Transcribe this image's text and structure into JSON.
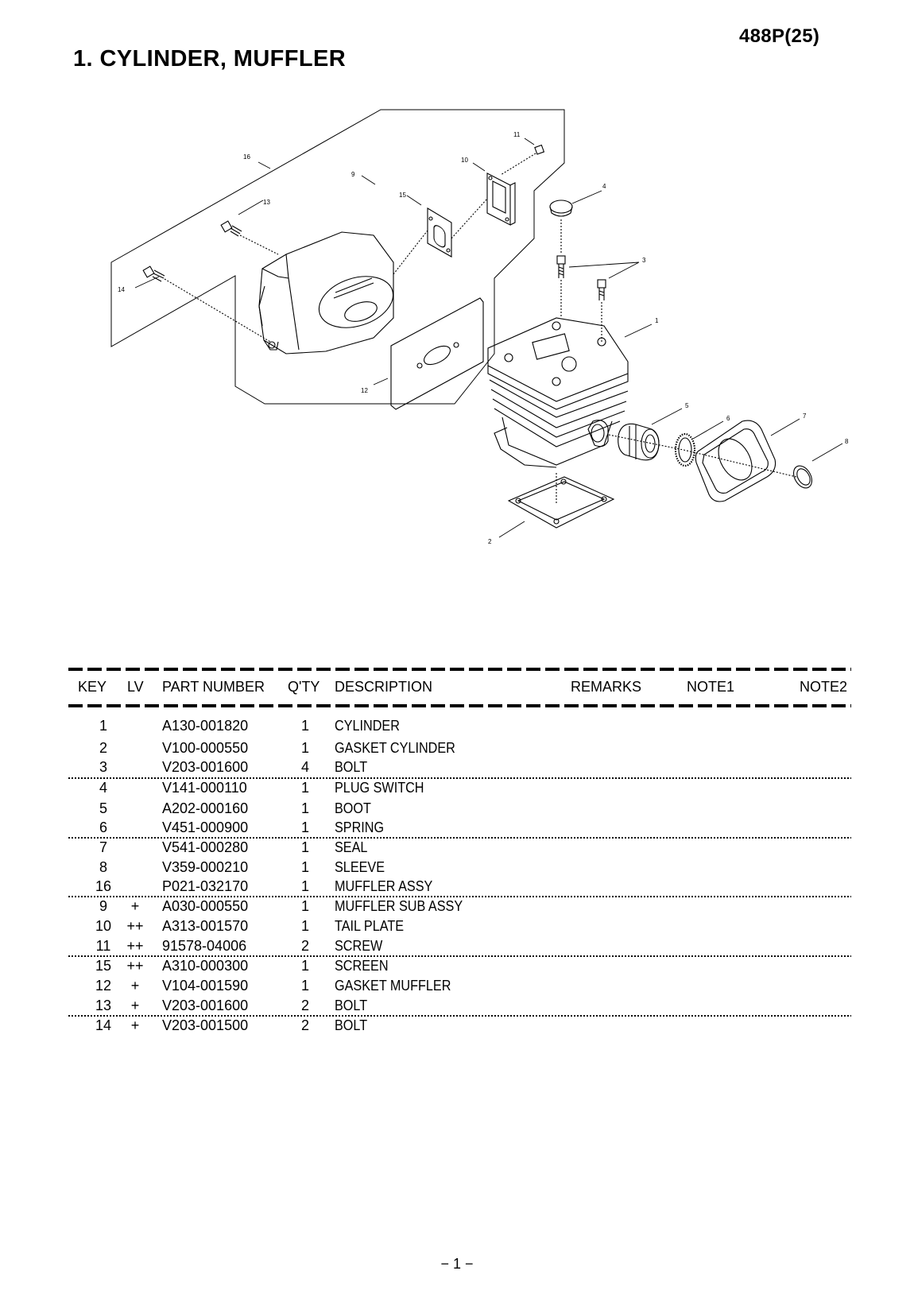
{
  "header": {
    "model_code": "488P(25)",
    "section_title": "1. CYLINDER, MUFFLER"
  },
  "diagram": {
    "callouts": [
      "1",
      "2",
      "3",
      "4",
      "5",
      "6",
      "7",
      "8",
      "9",
      "10",
      "11",
      "12",
      "13",
      "14",
      "15",
      "16"
    ]
  },
  "table": {
    "columns": {
      "key": "KEY",
      "lv": "LV",
      "part_number": "PART NUMBER",
      "qty": "Q'TY",
      "description": "DESCRIPTION",
      "remarks": "REMARKS",
      "note1": "NOTE1",
      "note2": "NOTE2"
    },
    "rows": [
      {
        "key": "1",
        "lv": "",
        "part_number": "A130-001820",
        "qty": "1",
        "description": "CYLINDER"
      },
      {
        "key": "2",
        "lv": "",
        "part_number": "V100-000550",
        "qty": "1",
        "description": "GASKET CYLINDER"
      },
      {
        "key": "3",
        "lv": "",
        "part_number": "V203-001600",
        "qty": "4",
        "description": "BOLT"
      },
      {
        "key": "4",
        "lv": "",
        "part_number": "V141-000110",
        "qty": "1",
        "description": "PLUG SWITCH"
      },
      {
        "key": "5",
        "lv": "",
        "part_number": "A202-000160",
        "qty": "1",
        "description": "BOOT"
      },
      {
        "key": "6",
        "lv": "",
        "part_number": "V451-000900",
        "qty": "1",
        "description": "SPRING"
      },
      {
        "key": "7",
        "lv": "",
        "part_number": "V541-000280",
        "qty": "1",
        "description": "SEAL"
      },
      {
        "key": "8",
        "lv": "",
        "part_number": "V359-000210",
        "qty": "1",
        "description": "SLEEVE"
      },
      {
        "key": "16",
        "lv": "",
        "part_number": "P021-032170",
        "qty": "1",
        "description": "MUFFLER ASSY"
      },
      {
        "key": "9",
        "lv": "+",
        "part_number": "A030-000550",
        "qty": "1",
        "description": "MUFFLER SUB ASSY"
      },
      {
        "key": "10",
        "lv": "++",
        "part_number": "A313-001570",
        "qty": "1",
        "description": "TAIL PLATE"
      },
      {
        "key": "11",
        "lv": "++",
        "part_number": "91578-04006",
        "qty": "2",
        "description": "SCREW"
      },
      {
        "key": "15",
        "lv": "++",
        "part_number": "A310-000300",
        "qty": "1",
        "description": "SCREEN"
      },
      {
        "key": "12",
        "lv": "+",
        "part_number": "V104-001590",
        "qty": "1",
        "description": "GASKET MUFFLER"
      },
      {
        "key": "13",
        "lv": "+",
        "part_number": "V203-001600",
        "qty": "2",
        "description": "BOLT"
      },
      {
        "key": "14",
        "lv": "+",
        "part_number": "V203-001500",
        "qty": "2",
        "description": "BOLT"
      }
    ]
  },
  "footer": {
    "page_number": "− 1 −"
  }
}
